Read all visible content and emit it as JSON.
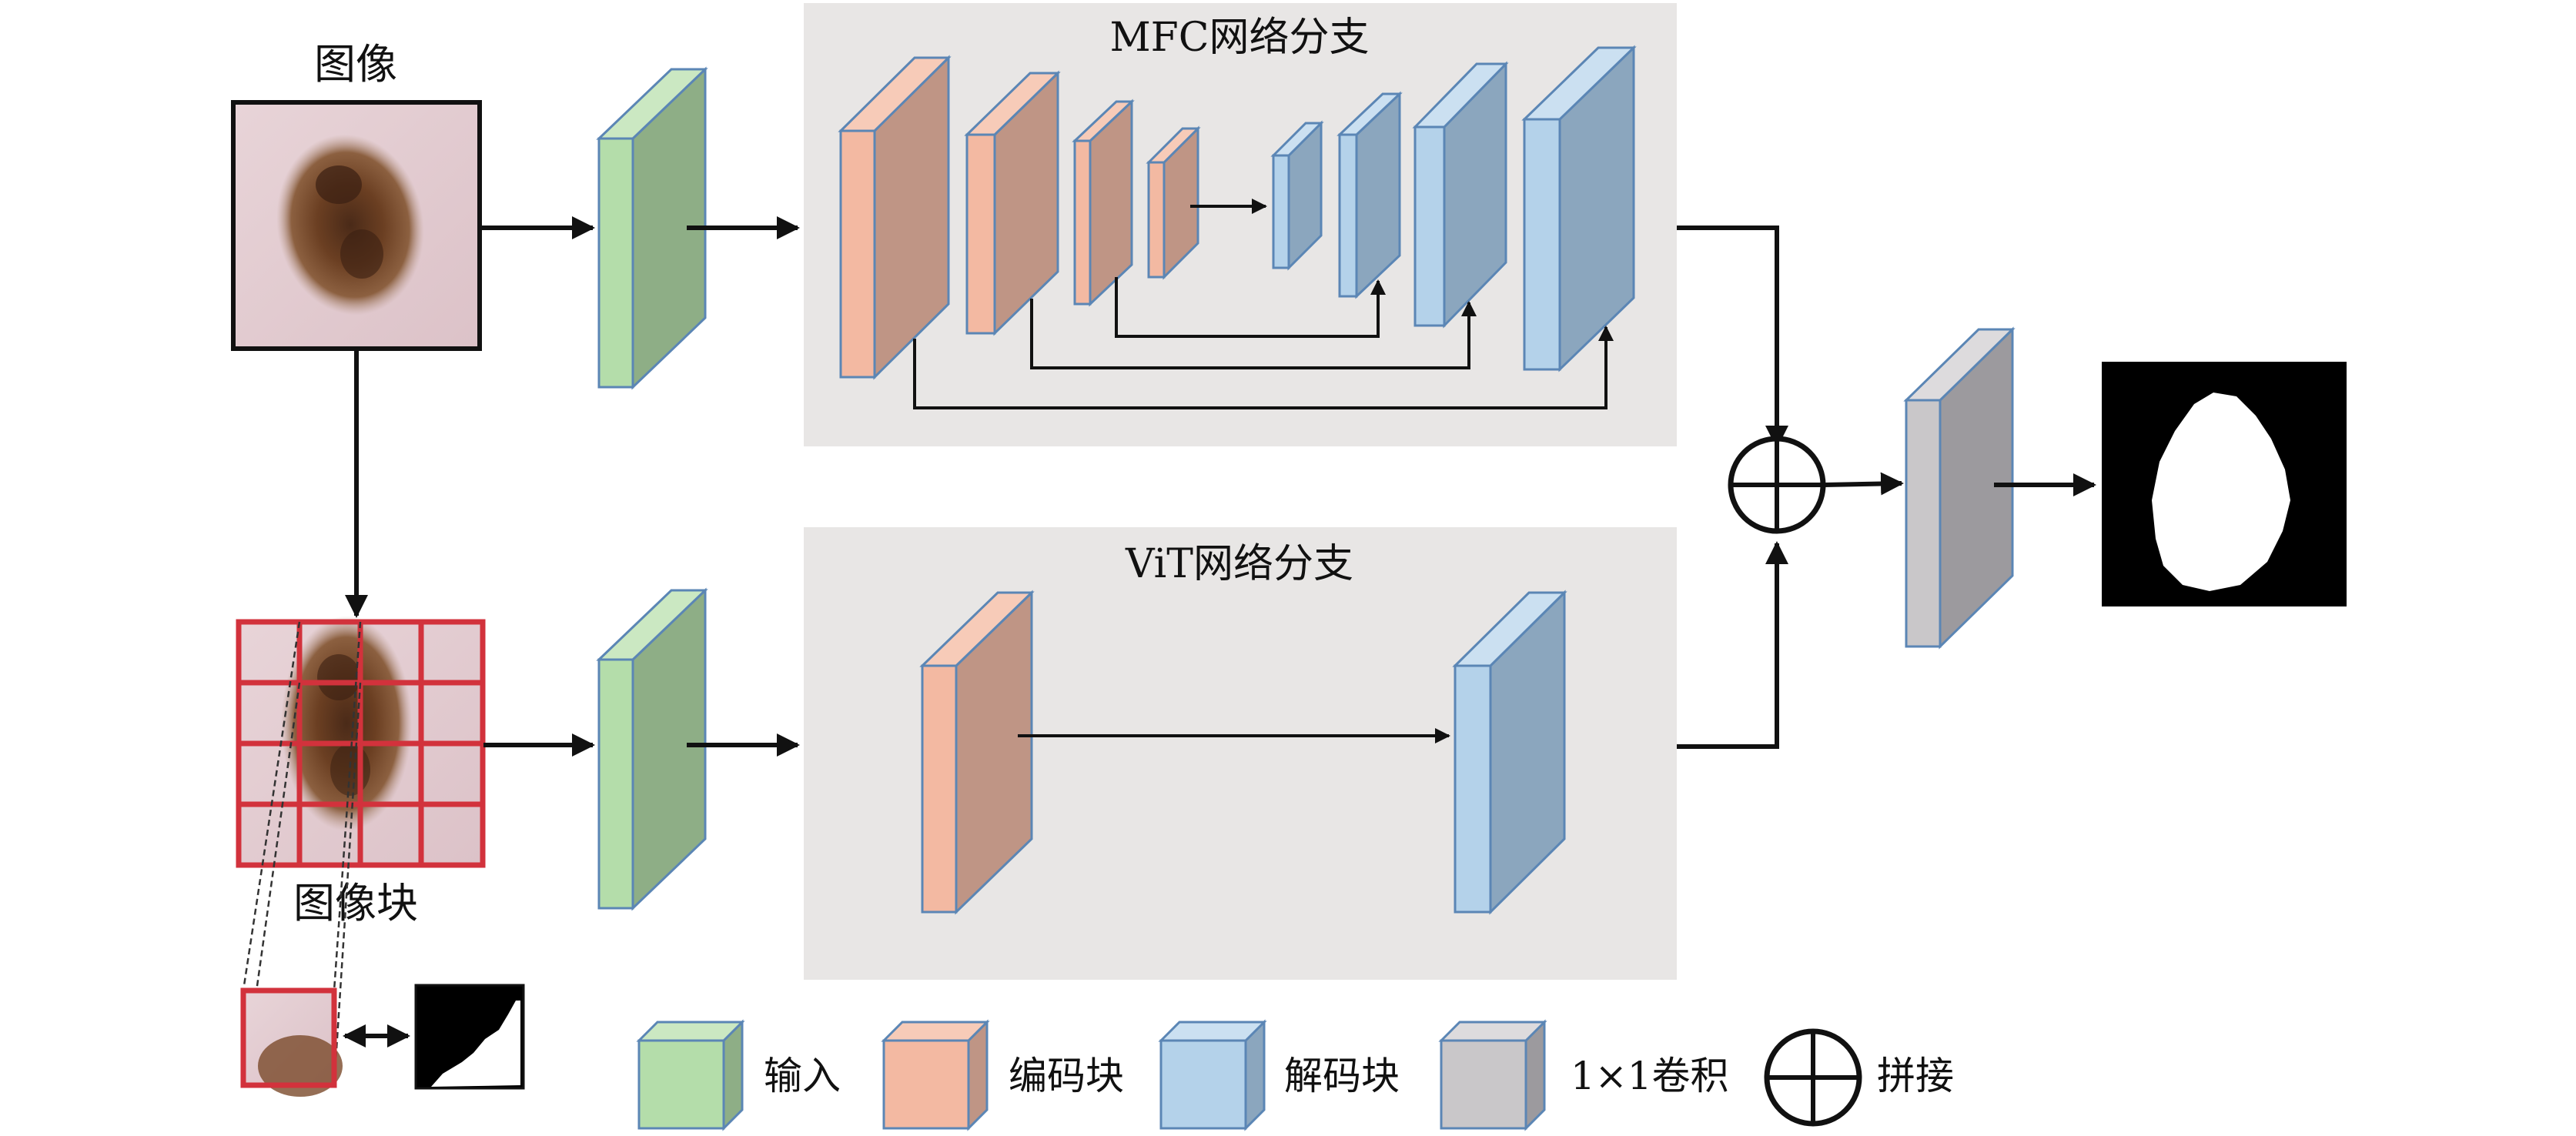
{
  "labels": {
    "image": "图像",
    "patches": "图像块",
    "mfc_branch": "MFC网络分支",
    "vit_branch": "ViT网络分支"
  },
  "legend": {
    "input": "输入",
    "encoder": "编码块",
    "decoder": "解码块",
    "conv": "1×1卷积",
    "concat": "拼接"
  },
  "colors": {
    "input_front": "#b4ddaa",
    "input_side": "#8eae86",
    "encoder_front": "#f3b9a2",
    "encoder_side": "#bf9585",
    "decoder_front": "#b4d2ea",
    "decoder_side": "#8ba6be",
    "conv_front": "#c9c7c9",
    "conv_side": "#9c9a9e",
    "branch_bg": "#e8e6e5",
    "patch_grid": "#d2323c",
    "mask_bg": "#000000",
    "mask_fg": "#ffffff"
  }
}
